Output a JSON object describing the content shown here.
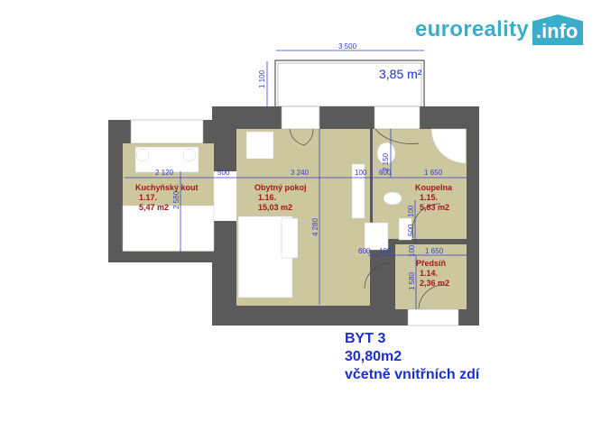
{
  "logo": {
    "text": "euroreality",
    "suffix": ".info",
    "color": "#3aaec8"
  },
  "balcony": {
    "width_dim": "3 500",
    "depth_dim": "1 100",
    "area": "3,85 m²"
  },
  "dimensions": {
    "kitchen_width": "2 120",
    "wall_500": "500",
    "living_width": "3 240",
    "wall_100_top": "100",
    "bath_600_top": "600",
    "bath_1650_top": "1 650",
    "bath_2150": "2 150",
    "kitchen_height": "2 580",
    "living_height": "4 280",
    "bath_100_v": "100",
    "bath_500_v": "500",
    "hall_600": "600",
    "hall_100": "100",
    "hall_100_v": "100",
    "hall_1650": "1 650",
    "hall_1580": "1 580"
  },
  "rooms": [
    {
      "name": "Kuchyňský kout",
      "number": "1.17.",
      "area": "5,47 m2"
    },
    {
      "name": "Obytný pokoj",
      "number": "1.16.",
      "area": "15,03 m2"
    },
    {
      "name": "Koupelna",
      "number": "1.15.",
      "area": "5,83 m2"
    },
    {
      "name": "Předsíň",
      "number": "1.14.",
      "area": "2,36 m2"
    }
  ],
  "summary": {
    "unit": "BYT 3",
    "total_area": "30,80m2",
    "note": "včetně vnitřních zdí"
  },
  "colors": {
    "wall": "#5a5a5a",
    "floor": "#cdc7a0",
    "dimension": "#3440c8",
    "room_label": "#a01818",
    "summary": "#1d2fd0"
  }
}
